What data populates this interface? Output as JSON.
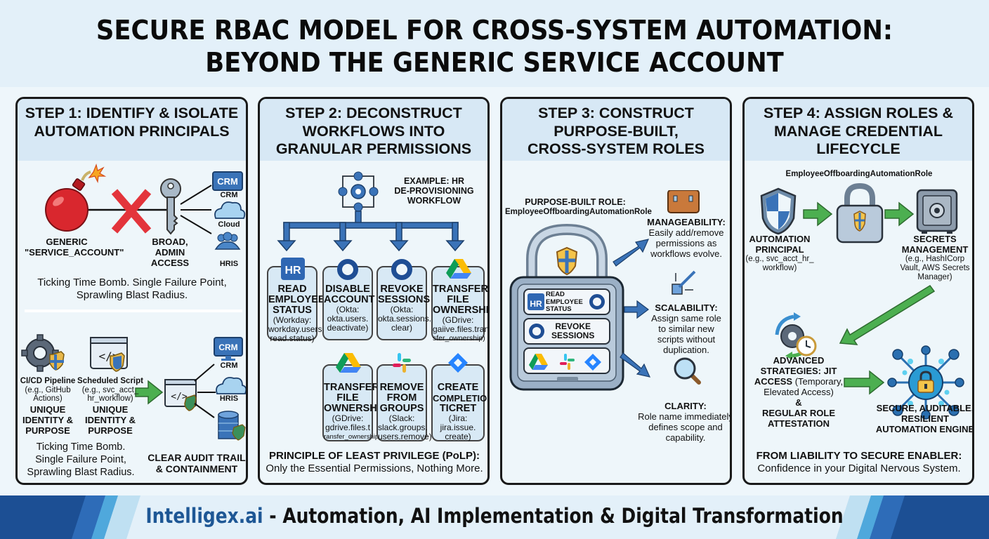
{
  "title": {
    "line1": "SECURE RBAC MODEL FOR CROSS-SYSTEM AUTOMATION:",
    "line2": "BEYOND THE GENERIC SERVICE ACCOUNT"
  },
  "colors": {
    "header_bg": "#e3f0f9",
    "panel_head_bg": "#d7e8f5",
    "accent_blue": "#3a73b8",
    "arrow_green": "#4caf50",
    "footer_dark": "#1c4f94",
    "brand": "#1e5795"
  },
  "step1": {
    "title_line1": "STEP 1: IDENTIFY & ISOLATE",
    "title_line2": "AUTOMATION PRINCIPALS",
    "bad": {
      "bomb_label_line1": "GENERIC",
      "bomb_label_line2": "\"SERVICE_ACCOUNT\"",
      "key_label_line1": "BROAD,",
      "key_label_line2": "ADMIN",
      "key_label_line3": "ACCESS",
      "targets": [
        "CRM",
        "Cloud",
        "HRIS"
      ],
      "crm_box": "CRM",
      "caption_line1": "Ticking Time Bomb. Single Failure Point,",
      "caption_line2": "Sprawling Blast Radius."
    },
    "good": {
      "principal1_name": "CI/CD Pipeline",
      "principal1_ex1": "(e.g., GitHub",
      "principal1_ex2": "Actions)",
      "principal2_name": "Scheduled Script",
      "principal2_ex1": "(e.g., svc_acct_",
      "principal2_ex2": "hr_workflow)",
      "unique_line1": "UNIQUE",
      "unique_line2": "IDENTITY &",
      "unique_line3": "PURPOSE",
      "targets": [
        "CRM",
        "HRIS"
      ],
      "crm_box": "CRM",
      "caption_line1": "Ticking Time Bomb.",
      "caption_line2": "Single Failure Point,",
      "caption_line3": "Sprawling Blast Radius.",
      "result_line1": "CLEAR AUDIT TRAIL",
      "result_line2": "& CONTAINMENT"
    }
  },
  "step2": {
    "title_line1": "STEP 2: DECONSTRUCT",
    "title_line2": "WORKFLOWS INTO",
    "title_line3": "GRANULAR PERMISSIONS",
    "example_line1": "EXAMPLE: HR",
    "example_line2": "DE-PROVISIONING",
    "example_line3": "WORKFLOW",
    "hr_logo": "HR",
    "permissions": [
      {
        "t1": "READ",
        "t2": "EMPLOYEE",
        "t3": "STATUS",
        "s1": "(Workday:",
        "s2": "workday.users.",
        "s3": "read.status)",
        "icon": "workday-icon"
      },
      {
        "t1": "DISABLE",
        "t2": "ACCOUNT",
        "t3": "",
        "s1": "(Okta:",
        "s2": "okta.users.",
        "s3": "deactivate)",
        "icon": "okta-icon"
      },
      {
        "t1": "REVOKE",
        "t2": "SESSIONS",
        "t3": "",
        "s1": "(Okta:",
        "s2": "okta.sessions.",
        "s3": "clear)",
        "icon": "okta-icon"
      },
      {
        "t1": "TRANSFER",
        "t2": "FILE",
        "t3": "OWNERSHIP",
        "s1": "(GDrive:",
        "s2": "gaiive.files.tran",
        "s3": "sfer_ownership)",
        "icon": "google-drive-icon"
      },
      {
        "t1": "TRANSFER",
        "t2": "FILE",
        "t3": "OWNERSHIP",
        "s1": "(GDrive:",
        "s2": "gdrive.files.t",
        "s3": "ransfer_ownership)",
        "icon": "google-drive-icon"
      },
      {
        "t1": "REMOVE",
        "t2": "FROM",
        "t3": "GROUPS",
        "s1": "(Slack:",
        "s2": "slack.groups.",
        "s3": "users.remove)",
        "icon": "slack-icon"
      },
      {
        "t1": "CREATE",
        "t2": "COMPLETION",
        "t3": "TICRET",
        "s1": "(Jira:",
        "s2": "jira.issue.",
        "s3": "create)",
        "icon": "jira-icon"
      }
    ],
    "polp_title": "PRINCIPLE OF LEAST PRIVILEGE (PoLP):",
    "polp_text": "Only the Essential Permissions, Nothing More."
  },
  "step3": {
    "title_line1": "STEP 3: CONSTRUCT",
    "title_line2": "PURPOSE-BUILT,",
    "title_line3": "CROSS-SYSTEM ROLES",
    "role_label": "PURPOSE-BUILT ROLE:",
    "role_name": "EmployeeOffboardingAutomationRole",
    "lock_rows": {
      "row1_logo": "HR",
      "row1_line1": "READ",
      "row1_line2": "EMPLOYEE",
      "row1_line3": "STATUS",
      "row2_line1": "REVOKE",
      "row2_line2": "SESSIONS"
    },
    "benefits": [
      {
        "title": "MANAGEABILITY:",
        "l1": "Easily add/remove",
        "l2": "permissions as",
        "l3": "workflows evolve."
      },
      {
        "title": "SCALABILITY:",
        "l1": "Assign same role",
        "l2": "to similar new",
        "l3": "scripts without",
        "l4": "duplication."
      },
      {
        "title": "CLARITY:",
        "l1": "Role name immediately",
        "l2": "defines scope and",
        "l3": "capability."
      }
    ]
  },
  "step4": {
    "title_line1": "STEP 4: ASSIGN ROLES &",
    "title_line2": "MANAGE CREDENTIAL",
    "title_line3": "LIFECYCLE",
    "role_name": "EmployeeOffboardingAutomationRole",
    "principal_line1": "AUTOMATION",
    "principal_line2": "PRINCIPAL",
    "principal_ex1": "(e.g., svc_acct_hr_",
    "principal_ex2": "workflow)",
    "secrets_line1": "SECRETS",
    "secrets_line2": "MANAGEMENT",
    "secrets_ex1": "(e.g., HashICorp",
    "secrets_ex2": "Vault, AWS Secrets",
    "secrets_ex3": "Manager)",
    "adv_line1": "ADVANCED",
    "adv_line2": "STRATEGIES: JIT",
    "adv_line3a": "ACCESS",
    "adv_line3b": " (Temporary,",
    "adv_line4": "Elevated Access)",
    "adv_amp": "&",
    "adv_line5": "REGULAR ROLE",
    "adv_line6": "ATTESTATION",
    "engine_line1": "SECURE, AUDITABLE,",
    "engine_line2": "RESILIENT",
    "engine_line3": "AUTOMATION ENGINE",
    "conclusion_title": "FROM LIABILITY TO SECURE ENABLER:",
    "conclusion_text": "Confidence in your Digital Nervous System."
  },
  "footer": {
    "brand": "Intelligex.ai",
    "tagline": " - Automation, AI Implementation & Digital Transformation"
  }
}
